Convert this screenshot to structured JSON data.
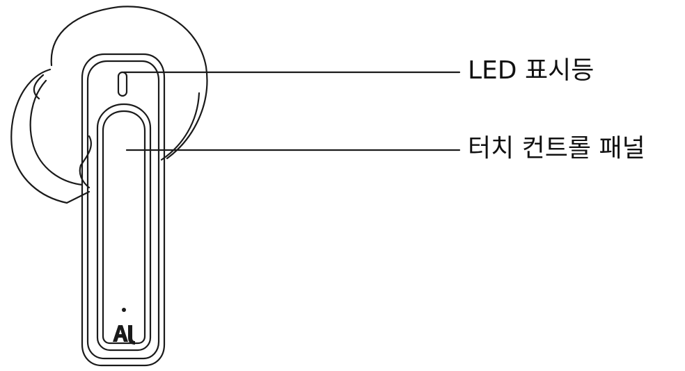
{
  "diagram": {
    "callouts": [
      {
        "id": "led",
        "label": "LED 표시등"
      },
      {
        "id": "touch",
        "label": "터치 컨트롤 패널"
      }
    ],
    "logo_text": "AU",
    "colors": {
      "stroke": "#1a1a1a",
      "background": "#ffffff",
      "text": "#111111"
    }
  }
}
